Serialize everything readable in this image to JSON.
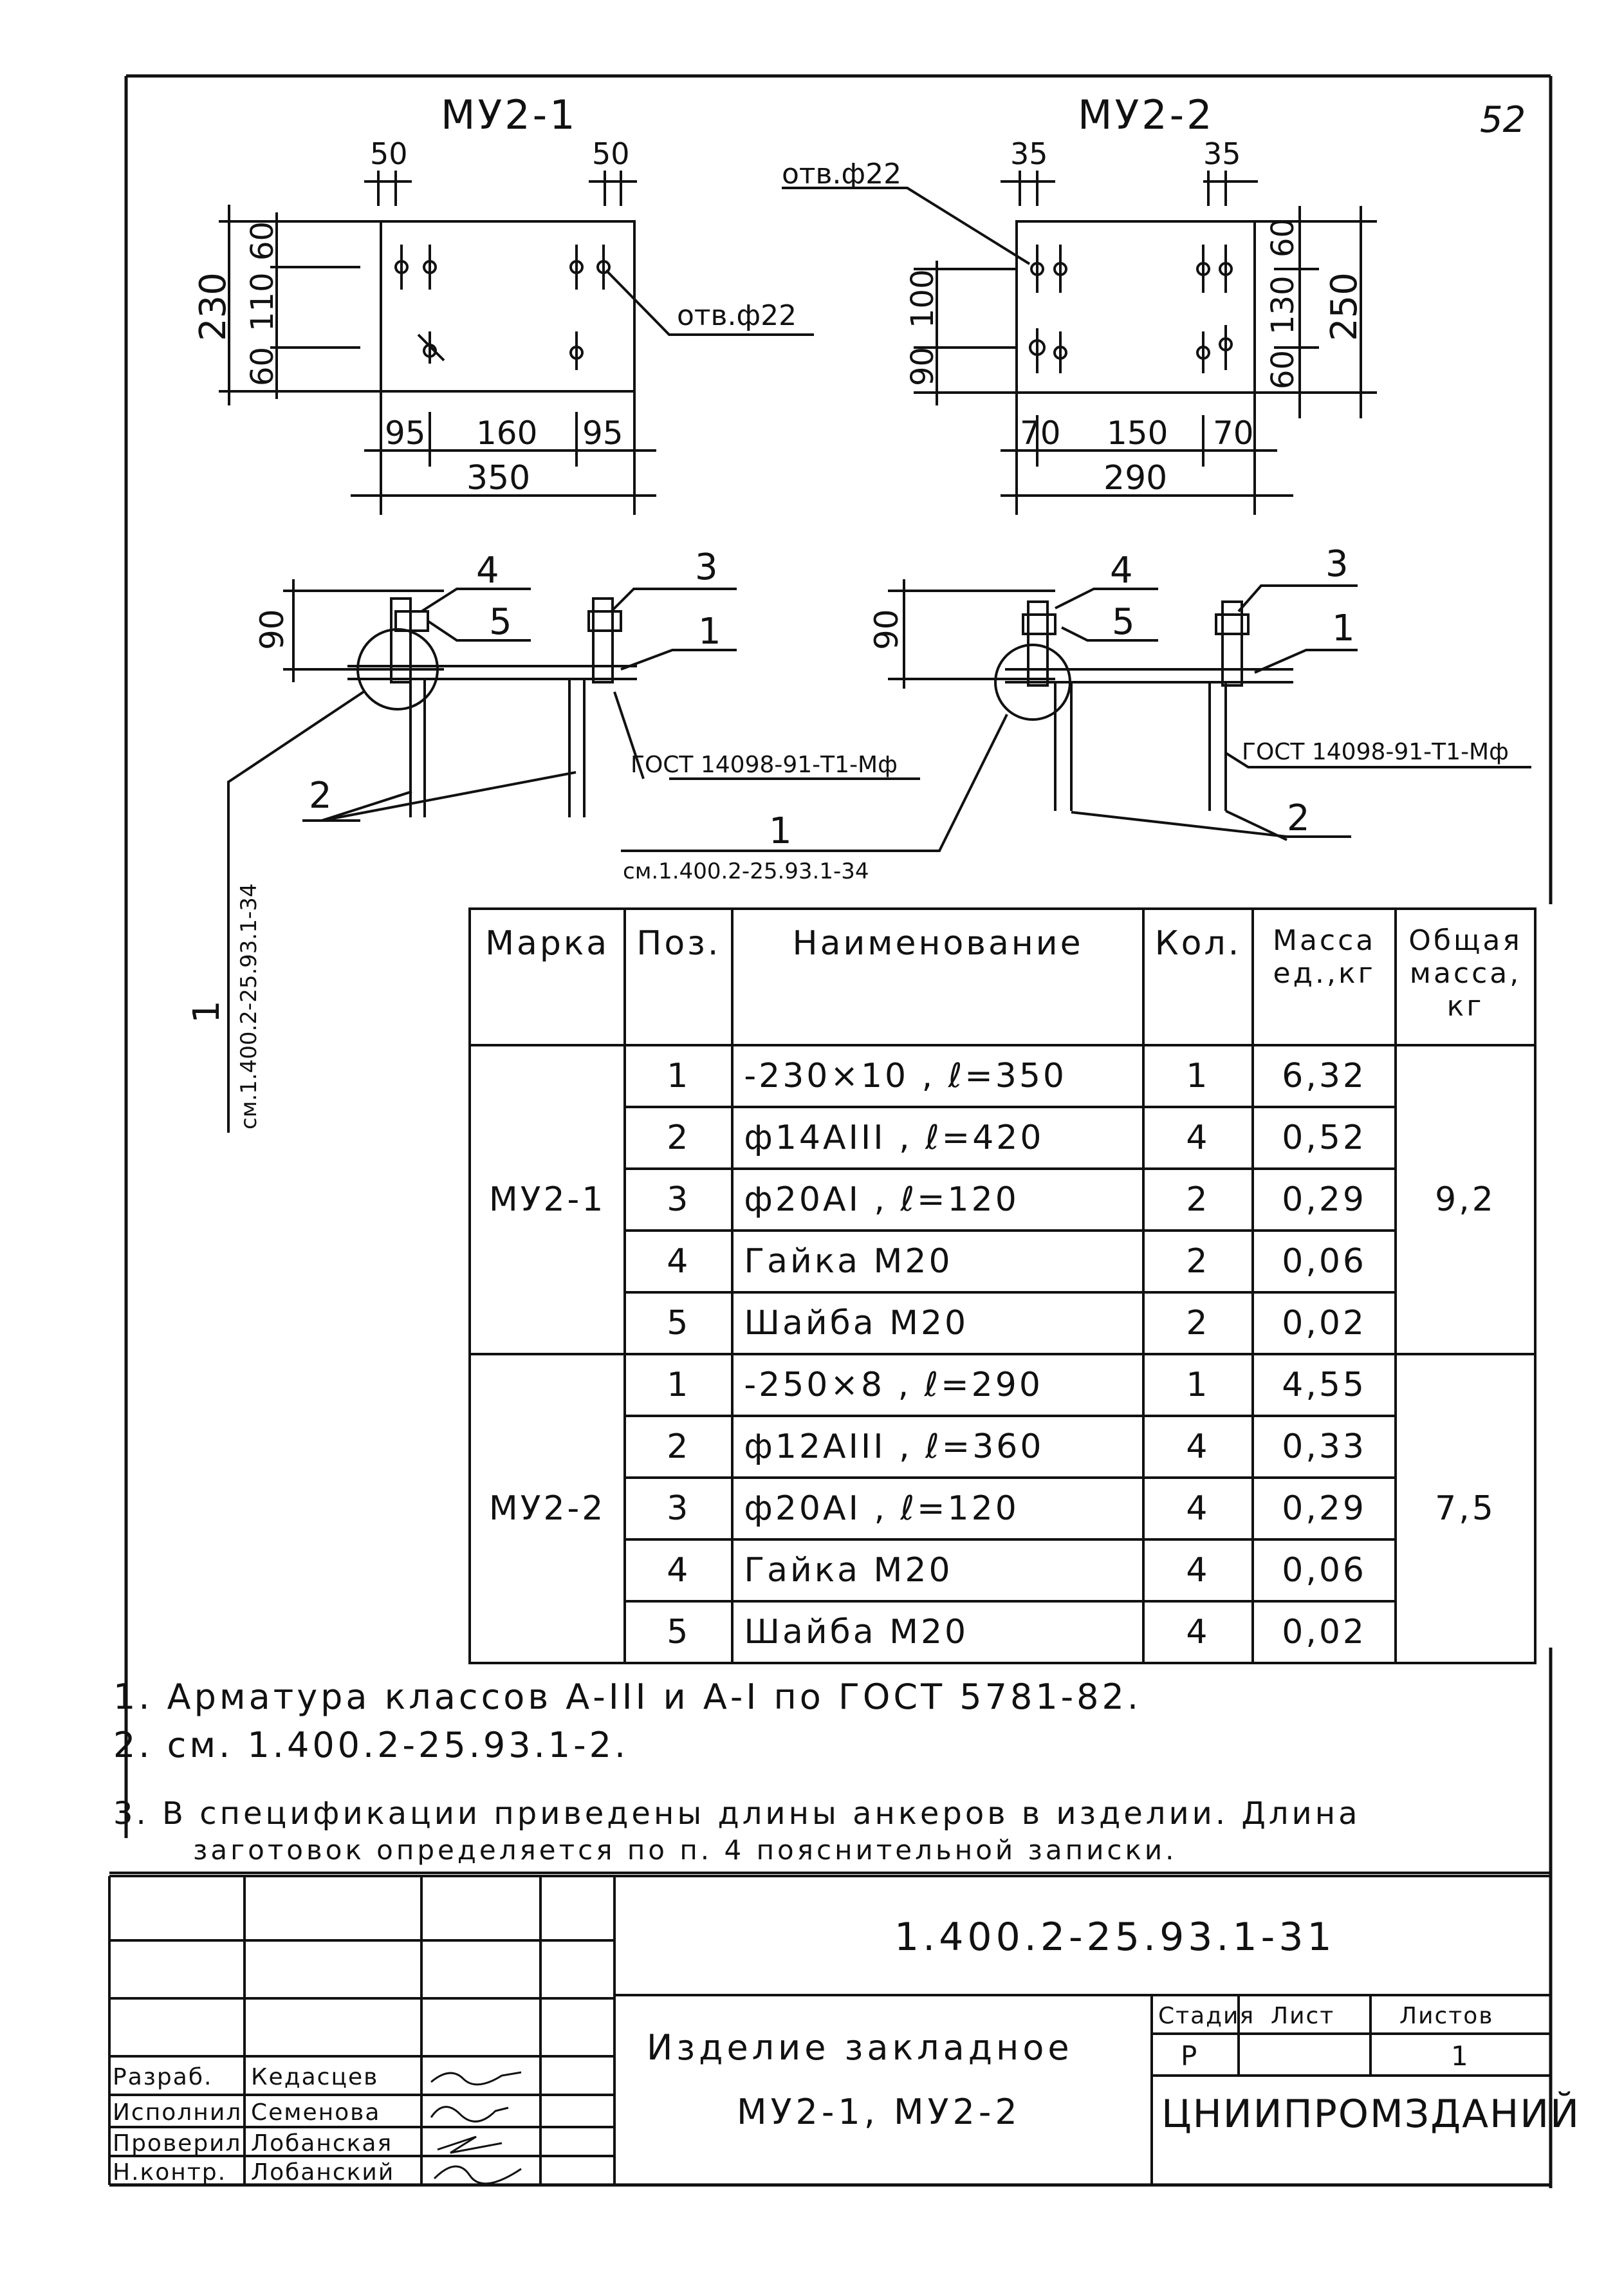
{
  "sheet_no": "52",
  "views": {
    "a_title": "МУ2-1",
    "b_title": "МУ2-2",
    "a_dims": {
      "top_l": "50",
      "top_r": "50",
      "v_total": "230",
      "v1": "60",
      "v2": "110",
      "v3": "60",
      "h1": "95",
      "h2": "160",
      "h3": "95",
      "h_total": "350",
      "hole": "отв.ф22"
    },
    "b_dims": {
      "top_l": "35",
      "top_r": "35",
      "v1": "100",
      "v2": "90",
      "r1": "60",
      "r2": "130",
      "r3": "60",
      "v_total": "250",
      "h1": "70",
      "h2": "150",
      "h3": "70",
      "h_total": "290",
      "hole": "отв.ф22"
    },
    "a_section": {
      "h": "90",
      "p1": "1",
      "p2": "2",
      "p3": "3",
      "p4": "4",
      "p5": "5",
      "gost": "ГОСТ 14098-91-Т1-Мф",
      "ref": "1",
      "ref_doc": "см.1.400.2-25.93.1-34"
    },
    "b_section": {
      "h": "90",
      "p1": "1",
      "p2": "2",
      "p3": "3",
      "p4": "4",
      "p5": "5",
      "gost": "ГОСТ 14098-91-Т1-Мф",
      "ref": "1",
      "ref_doc": "см.1.400.2-25.93.1-34"
    }
  },
  "table": {
    "headers": {
      "mark": "Марка",
      "pos": "Поз.",
      "name": "Наименование",
      "qty": "Кол.",
      "mass_unit": "Масса ед.,кг",
      "mass_total": "Общая масса, кг"
    },
    "groups": [
      {
        "mark": "МУ2-1",
        "total": "9,2",
        "rows": [
          {
            "pos": "1",
            "name": "-230×10 , ℓ=350",
            "qty": "1",
            "mass": "6,32"
          },
          {
            "pos": "2",
            "name": "ф14АIII , ℓ=420",
            "qty": "4",
            "mass": "0,52"
          },
          {
            "pos": "3",
            "name": "ф20АI , ℓ=120",
            "qty": "2",
            "mass": "0,29"
          },
          {
            "pos": "4",
            "name": "Гайка М20",
            "qty": "2",
            "mass": "0,06"
          },
          {
            "pos": "5",
            "name": "Шайба М20",
            "qty": "2",
            "mass": "0,02"
          }
        ]
      },
      {
        "mark": "МУ2-2",
        "total": "7,5",
        "rows": [
          {
            "pos": "1",
            "name": "-250×8 , ℓ=290",
            "qty": "1",
            "mass": "4,55"
          },
          {
            "pos": "2",
            "name": "ф12АIII , ℓ=360",
            "qty": "4",
            "mass": "0,33"
          },
          {
            "pos": "3",
            "name": "ф20АI , ℓ=120",
            "qty": "4",
            "mass": "0,29"
          },
          {
            "pos": "4",
            "name": "Гайка М20",
            "qty": "4",
            "mass": "0,06"
          },
          {
            "pos": "5",
            "name": "Шайба М20",
            "qty": "4",
            "mass": "0,02"
          }
        ]
      }
    ]
  },
  "notes": {
    "n1": "1. Арматура классов А-III и А-I по ГОСТ 5781-82.",
    "n2": "2.      см. 1.400.2-25.93.1-2.",
    "n3a": "3. В спецификации приведены длины анкеров в изделии. Длина",
    "n3b": "заготовок определяется по п. 4   пояснительной записки."
  },
  "title_block": {
    "code": "1.400.2-25.93.1-31",
    "name1": "Изделие закладное",
    "name2": "МУ2-1, МУ2-2",
    "stage_label": "Стадия",
    "sheet_label": "Лист",
    "sheets_label": "Листов",
    "stage": "Р",
    "sheets": "1",
    "roles": [
      "Разраб.",
      "Исполнил",
      "Проверил",
      "Н.контр."
    ],
    "names": [
      "Кедасцев",
      "Семенова",
      "Лобанская",
      "Лобанский"
    ],
    "org": "ЦНИИПРОМЗДАНИЙ"
  }
}
